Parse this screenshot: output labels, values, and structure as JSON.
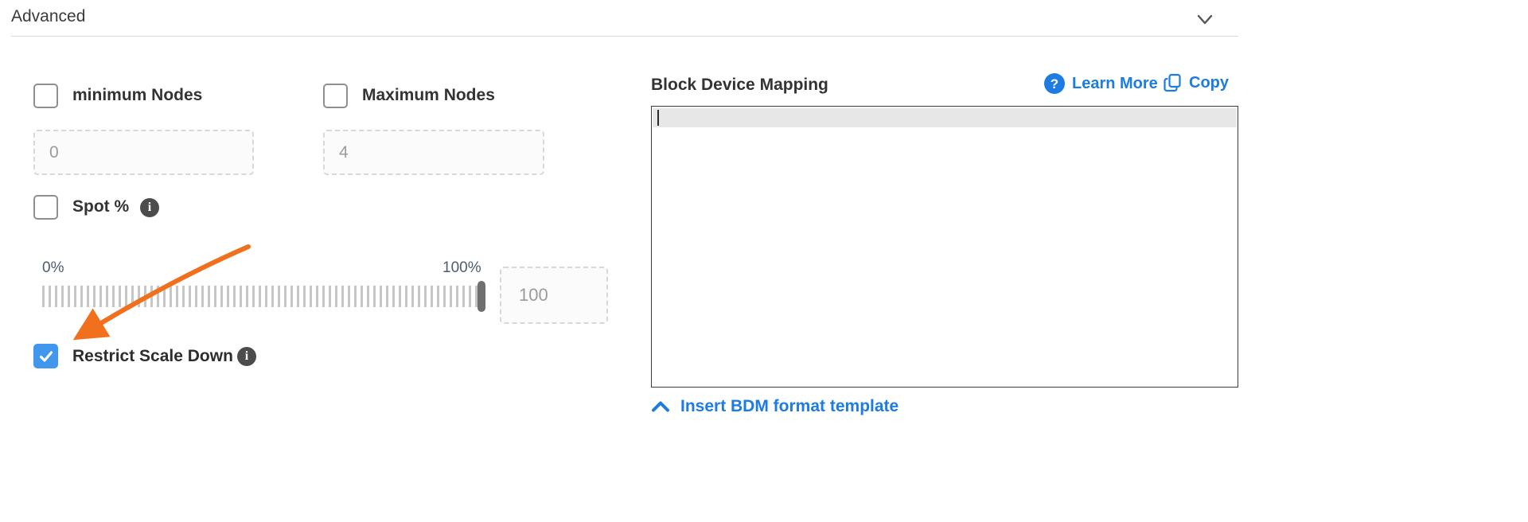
{
  "header": {
    "title": "Advanced"
  },
  "colors": {
    "link_blue": "#1d7ce2",
    "checkbox_checked": "#4196ee",
    "arrow_orange": "#f0701e",
    "active_line": "#e7e7e7"
  },
  "left": {
    "min_nodes": {
      "label": "minimum Nodes",
      "value": "0",
      "checked": false
    },
    "max_nodes": {
      "label": "Maximum Nodes",
      "value": "4",
      "checked": false
    },
    "spot": {
      "label": "Spot %",
      "value": "100",
      "checked": false,
      "slider_min_label": "0%",
      "slider_max_label": "100%"
    },
    "restrict_scale_down": {
      "label": "Restrict Scale Down",
      "checked": true
    }
  },
  "right": {
    "title": "Block Device Mapping",
    "learn_more_label": "Learn More",
    "copy_label": "Copy",
    "insert_template_label": "Insert BDM format template",
    "editor_content": ""
  }
}
